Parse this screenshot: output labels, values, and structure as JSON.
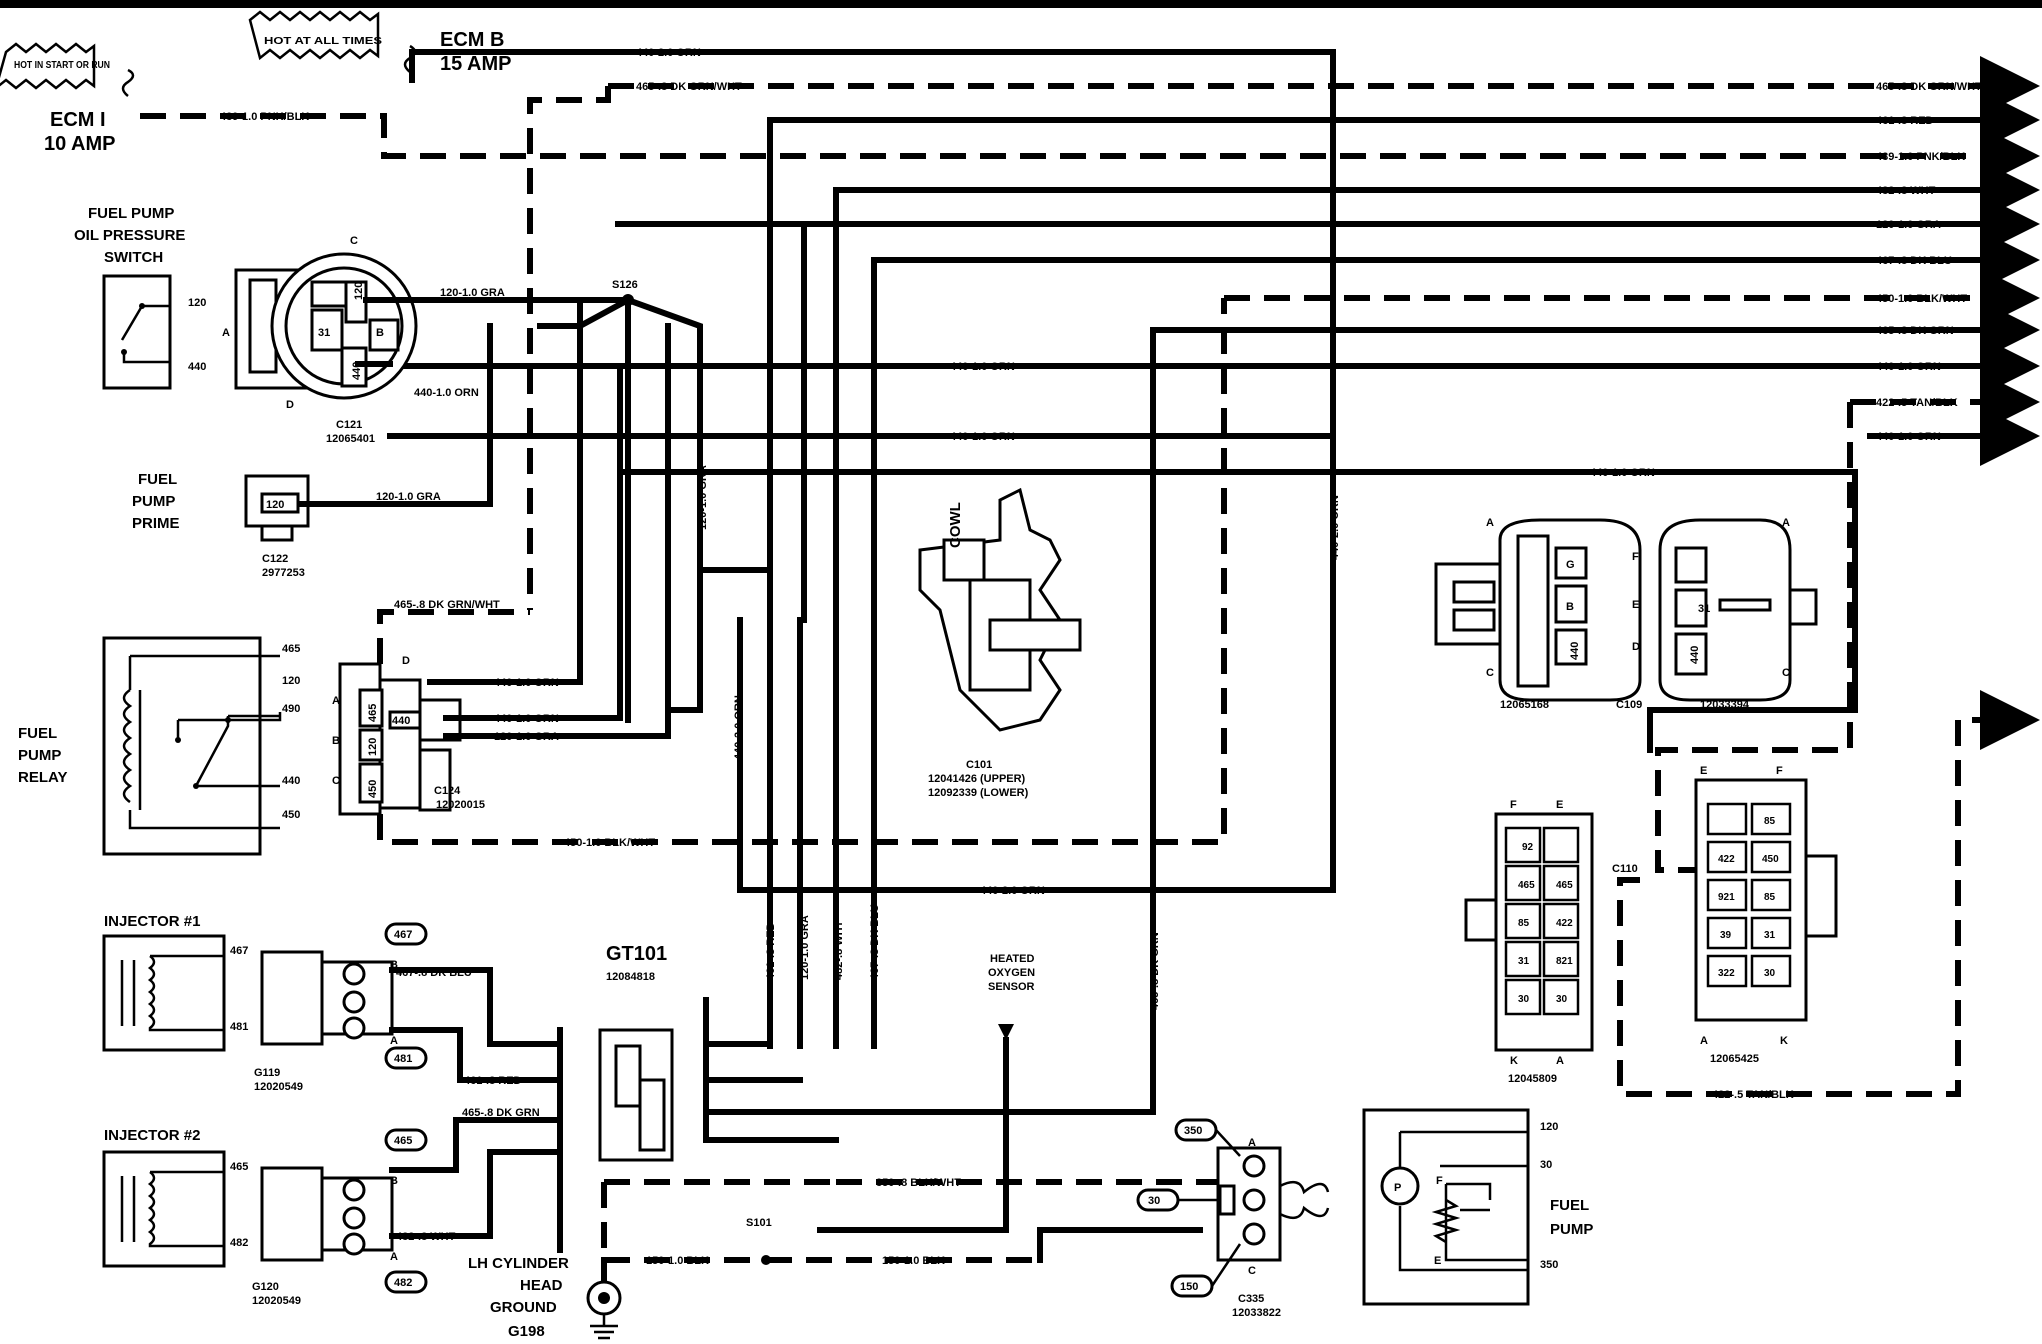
{
  "power": {
    "hot_start_run": "HOT IN START OR RUN",
    "hot_all_times": "HOT AT ALL TIMES",
    "ecm_b_name": "ECM B",
    "ecm_b_amp": "15 AMP",
    "ecm_i_name": "ECM I",
    "ecm_i_amp": "10 AMP"
  },
  "trunk_wires": [
    "440-2.0 ORN",
    "465-.8 DK GRN/WHT",
    "439-1.0 PNK/BLK",
    "465-.8 DK GRN/WHT",
    "461-.8 RED",
    "439-1.0 PNK/BLK",
    "482-.8 WHT",
    "120-1.0 GRA",
    "467-.8 DK BLU",
    "450-1.0 BLK/WHT",
    "465-.8 DK GRN",
    "440-1.0 ORN",
    "422-.5 TAN/BLK",
    "440-1.0 ORN",
    "440-1.0 ORN",
    "440-1.0 ORN",
    "440-1.0 ORN"
  ],
  "fuel_pump_switch": {
    "title": [
      "FUEL PUMP",
      "OIL PRESSURE",
      "SWITCH"
    ],
    "term_top": "120",
    "term_bot": "440",
    "pin_a": "A",
    "pin_b": "B",
    "pin_c": "C",
    "pin_d": "D",
    "cav_31": "31",
    "cav_120": "120",
    "cav_440": "440",
    "conn": "C121",
    "part": "12065401",
    "wire_gra": "120-1.0 GRA",
    "wire_orn": "440-1.0 ORN"
  },
  "splice_s126": "S126",
  "fuel_pump_prime": {
    "title": [
      "FUEL",
      "PUMP",
      "PRIME"
    ],
    "cav": "120",
    "conn": "C122",
    "part": "2977253",
    "wire": "120-1.0 GRA"
  },
  "fuel_pump_relay": {
    "title": [
      "FUEL",
      "PUMP",
      "RELAY"
    ],
    "terms": [
      "465",
      "120",
      "490",
      "440",
      "450"
    ],
    "conn": "C124",
    "part": "12020015",
    "pins": [
      "A",
      "B",
      "C",
      "D"
    ],
    "cavs": [
      "465",
      "440",
      "120",
      "450"
    ],
    "wire_top": "465-.8 DK GRN/WHT",
    "wire_440a": "440-1.0 ORN",
    "wire_440b": "440-1.0 ORN",
    "wire_120": "120-1.0 GRA",
    "wire_450": "450-1.0 BLK/WHT"
  },
  "vertical_wires": {
    "gra_mid": "120-1.0 GRA",
    "orn_mid": "440-2.0 ORN",
    "orn_right": "440-2.0 ORN",
    "orn_bottom": "440-2.0 ORN",
    "red": "461-.8 RED",
    "gra": "120-1.0 GRA",
    "wht": "482-.8 WHT",
    "blu": "467-.8 DK BLU",
    "dkgrn": "465-.8 DK GRN"
  },
  "cowl": {
    "label": "COWL",
    "conn": "C101",
    "part_upper": "12041426 (UPPER)",
    "part_lower": "12092339 (LOWER)"
  },
  "c109": {
    "conn": "C109",
    "part_left": "12065168",
    "part_right": "12033394",
    "pins": [
      "A",
      "C",
      "D",
      "E",
      "F"
    ],
    "cavs": [
      "G",
      "B",
      "440",
      "31",
      "440"
    ]
  },
  "c110": {
    "conn": "C110",
    "part_left": "12045809",
    "part_right": "12065425",
    "pin_e": "E",
    "pin_f": "F",
    "pin_a": "A",
    "pin_k": "K",
    "cavs_left": [
      "465",
      "465",
      "85",
      "31",
      "30",
      "422",
      "821",
      "30",
      "92"
    ],
    "cavs_right": [
      "85",
      "422",
      "450",
      "921",
      "85",
      "39",
      "31",
      "322",
      "30"
    ],
    "wire": "422-.5 TAN/BLK"
  },
  "injector1": {
    "title": "INJECTOR #1",
    "term_top": "467",
    "term_bot": "481",
    "conn": "G119",
    "part": "12020549",
    "pin_b": "B",
    "pin_a": "A",
    "tag_top": "467",
    "tag_bot": "481",
    "wire_top": "467-.8 DK BLU",
    "wire_bot": "461-.8 RED"
  },
  "injector2": {
    "title": "INJECTOR #2",
    "term_top": "465",
    "term_bot": "482",
    "conn": "G120",
    "part": "12020549",
    "pin_b": "B",
    "pin_a": "A",
    "tag_top": "465",
    "tag_bot": "482",
    "wire_top": "465-.8 DK GRN",
    "wire_bot": "482-.8 WHT"
  },
  "gt101": {
    "label": "GT101",
    "part": "12084818"
  },
  "oxygen_sensor": [
    "HEATED",
    "OXYGEN",
    "SENSOR"
  ],
  "splice_s101": "S101",
  "ground": {
    "title": [
      "LH CYLINDER",
      "HEAD",
      "GROUND"
    ],
    "id": "G198",
    "wire_a": "150-1.0 BLK",
    "wire_b": "150-1.0 BLK"
  },
  "c335": {
    "conn": "C335",
    "part": "12033822",
    "pin_a": "A",
    "pin_c": "C",
    "tags": [
      "350",
      "30",
      "150"
    ],
    "wire": "350-.8 BLK/WHT"
  },
  "fuel_pump": {
    "title": [
      "FUEL",
      "PUMP"
    ],
    "terms": [
      "120",
      "30",
      "350"
    ],
    "pin_f": "F",
    "pin_e": "E",
    "motor": "P"
  }
}
